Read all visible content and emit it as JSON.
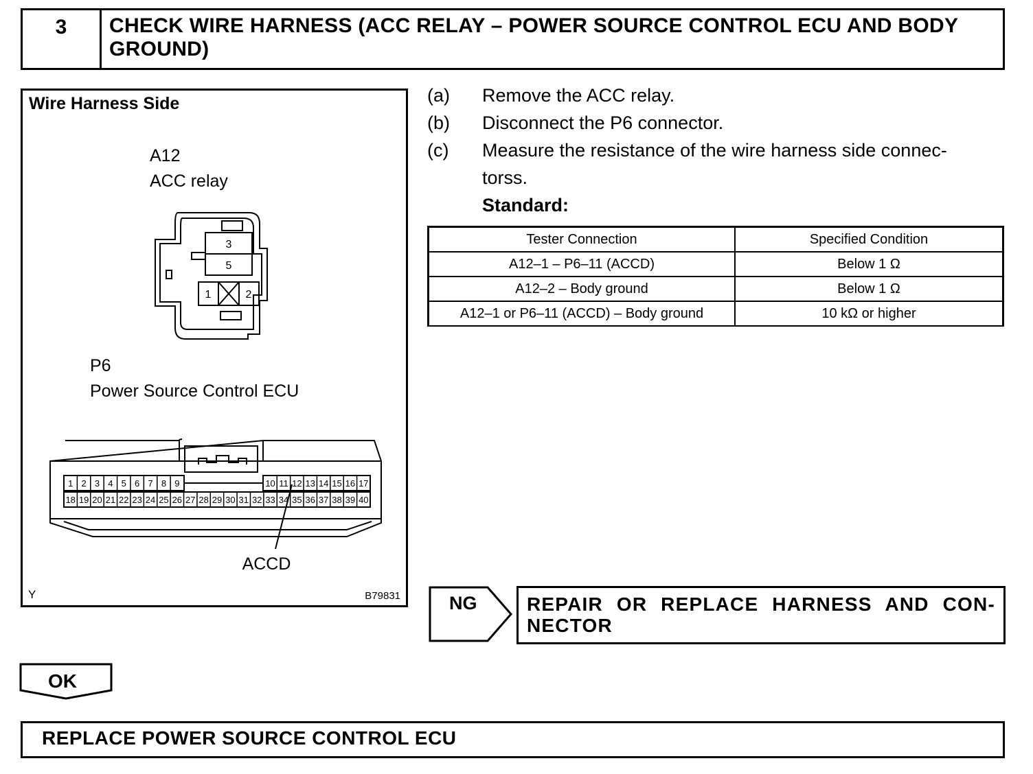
{
  "header": {
    "step_number": "3",
    "title": "CHECK WIRE HARNESS (ACC RELAY – POWER SOURCE CONTROL ECU AND BODY GROUND)"
  },
  "diagram": {
    "title": "Wire Harness Side",
    "a12_code": "A12",
    "a12_name": "ACC relay",
    "a12_pins": [
      "3",
      "5",
      "1",
      "2"
    ],
    "p6_code": "P6",
    "p6_name": "Power Source Control ECU",
    "p6_pins_top": [
      "1",
      "2",
      "3",
      "4",
      "5",
      "6",
      "7",
      "8",
      "9",
      "10",
      "11",
      "12",
      "13",
      "14",
      "15",
      "16",
      "17"
    ],
    "p6_pins_bottom": [
      "18",
      "19",
      "20",
      "21",
      "22",
      "23",
      "24",
      "25",
      "26",
      "27",
      "28",
      "29",
      "30",
      "31",
      "32",
      "33",
      "34",
      "35",
      "36",
      "37",
      "38",
      "39",
      "40"
    ],
    "callout": "ACCD",
    "corner_left": "Y",
    "figure_code": "B79831"
  },
  "steps": [
    {
      "letter": "(a)",
      "text": "Remove the ACC relay."
    },
    {
      "letter": "(b)",
      "text": "Disconnect the P6 connector."
    },
    {
      "letter": "(c)",
      "text": "Measure the resistance of the wire harness side connec-",
      "text2": "torss."
    }
  ],
  "standard_label": "Standard:",
  "spec_table": {
    "headers": [
      "Tester Connection",
      "Specified Condition"
    ],
    "rows": [
      [
        "A12–1 – P6–11 (ACCD)",
        "Below 1 Ω"
      ],
      [
        "A12–2 – Body ground",
        "Below 1 Ω"
      ],
      [
        "A12–1 or P6–11 (ACCD) – Body ground",
        "10 kΩ or higher"
      ]
    ]
  },
  "ng": {
    "label": "NG",
    "action": "REPAIR OR REPLACE HARNESS AND CON- NECTOR"
  },
  "ok": {
    "label": "OK",
    "action": "REPLACE POWER SOURCE CONTROL ECU"
  }
}
